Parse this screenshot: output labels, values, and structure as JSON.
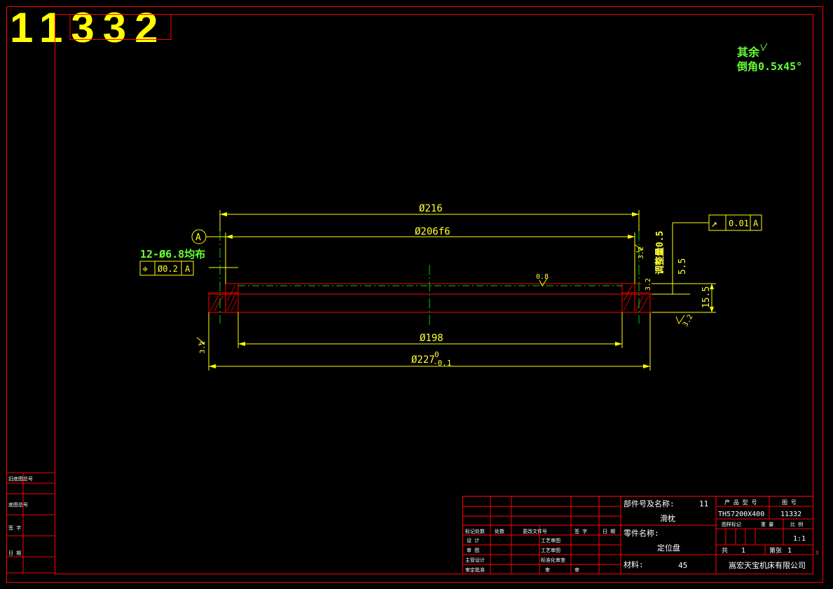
{
  "corner_number": "11332",
  "colors": {
    "frame": "#ff0000",
    "dimension": "#ffff00",
    "text_yellow": "#ffff33",
    "label_green": "#66ff33",
    "centerline": "#00cc00",
    "text_white": "#ffffff"
  },
  "note": {
    "line1": "其余",
    "line2": "倒角0.5x45°"
  },
  "dimensions": {
    "d216": "Ø216",
    "d206": "Ø206f6",
    "d198": "Ø198",
    "d227": "Ø227",
    "d227_upper": "0",
    "d227_lower": "-0.1",
    "h55": "5.5",
    "h155": "15.5",
    "adjust": "调整量0.5",
    "hole_spec": "12-Ø6.8均布",
    "rough_08": "0.8",
    "rough_32a": "3.2",
    "rough_32b": "3.2",
    "rough_32c": "3.2",
    "rough_32d": "3.2"
  },
  "datum_label": "A",
  "tolerance_position": {
    "symbol": "⌖",
    "value": "Ø0.2",
    "datum": "A"
  },
  "tolerance_runout": {
    "symbol": "↗",
    "value": "0.01",
    "datum": "A"
  },
  "left_strip": [
    "旧底图总号",
    "底图总号",
    "签  字",
    "日  期"
  ],
  "title_block": {
    "assembly_label": "部件号及名称:",
    "assembly_no": "11",
    "assembly_name": "滑枕",
    "part_label": "零件名称:",
    "part_name": "定位盘",
    "material_label": "材料:",
    "material": "45",
    "product_model_label": "产 品 型 号",
    "drawing_no_label": "图  号",
    "product_model": "TH57200X400",
    "drawing_no": "11332",
    "mark_label": "图样标记",
    "weight_label": "重 量",
    "scale_label": "比 例",
    "scale": "1:1",
    "total_label": "共",
    "total": "1",
    "sheet_label": "第张",
    "sheet": "1",
    "company": "嵩宏天宝机床有限公司",
    "change_headers": [
      "标记处数",
      "处数",
      "更改文件号",
      "签 字",
      "日 期"
    ],
    "sign_rows": [
      [
        "设  计",
        "",
        "工艺审图",
        ""
      ],
      [
        "审  图",
        "",
        "工艺审图",
        ""
      ],
      [
        "主管设计",
        "",
        "标准化审查",
        ""
      ],
      [
        "审定批准",
        "",
        "审",
        "审"
      ]
    ]
  }
}
